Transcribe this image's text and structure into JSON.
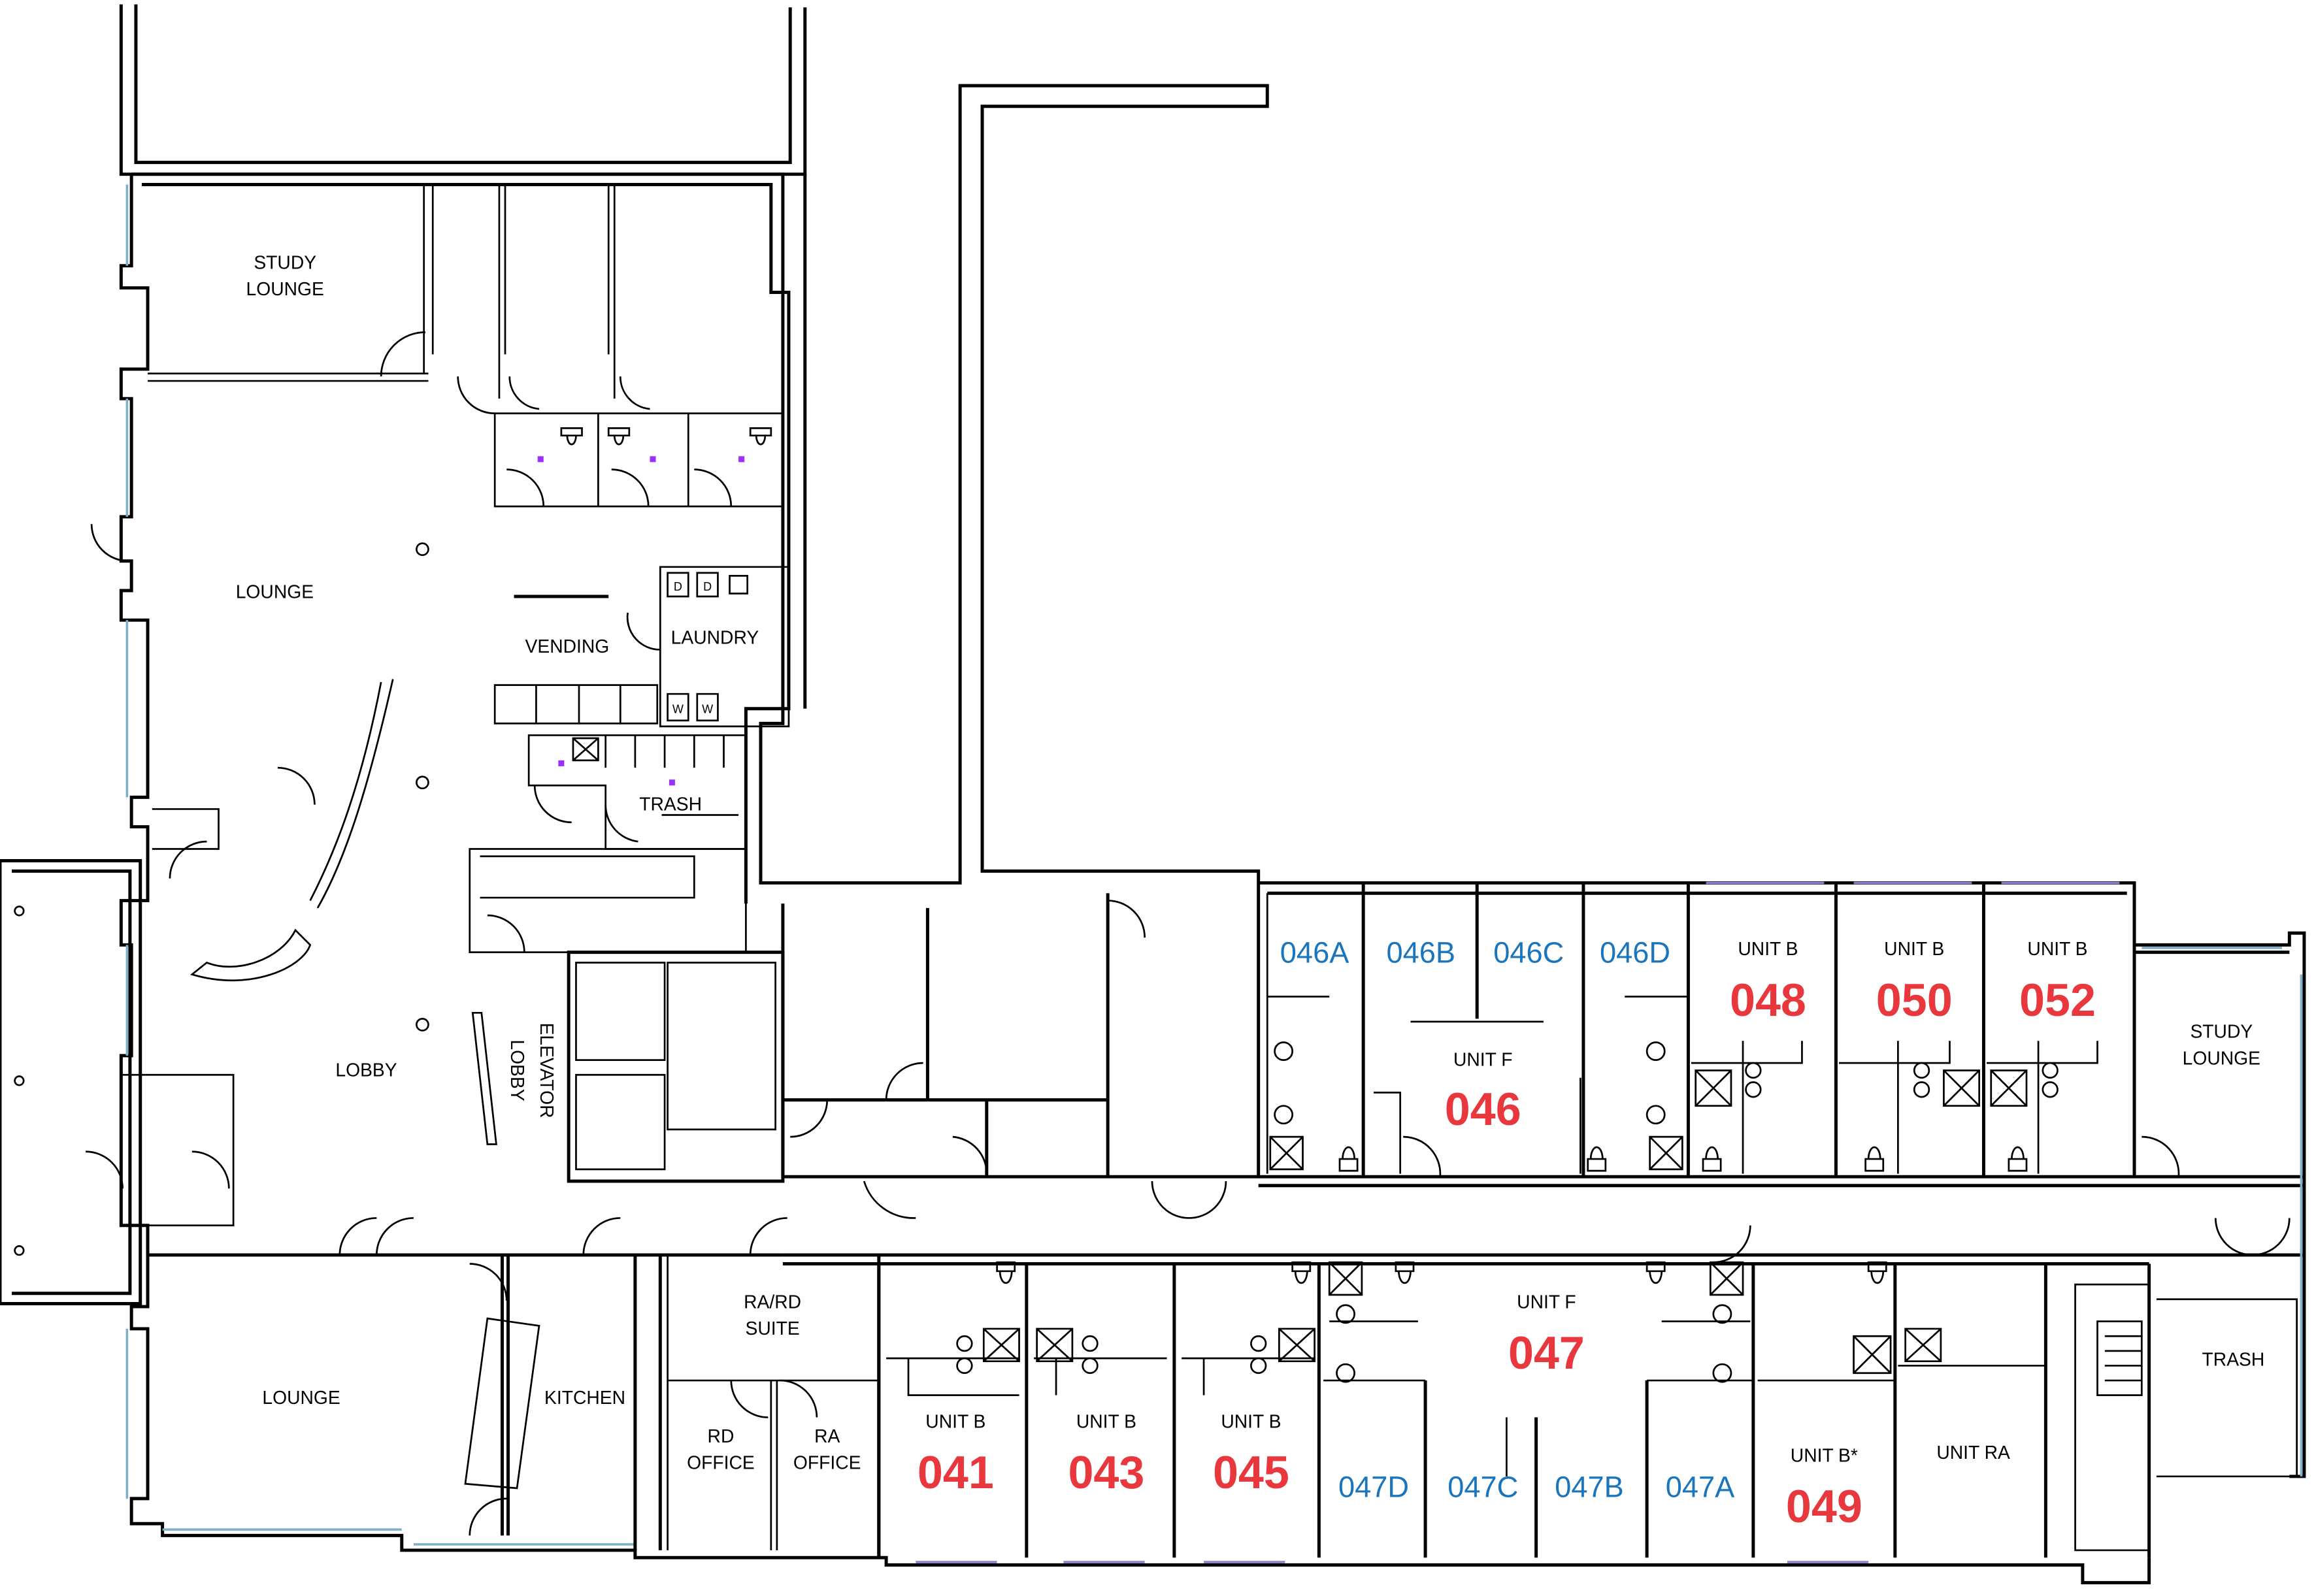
{
  "colors": {
    "unit_number": "#e8383d",
    "bedroom_number": "#1a75bc",
    "wall": "#000000",
    "window": "#7fb0c8"
  },
  "rooms": {
    "study_lounge_nw": [
      "STUDY",
      "LOUNGE"
    ],
    "lounge_north": "LOUNGE",
    "vending": "VENDING",
    "laundry": "LAUNDRY",
    "trash_center": "TRASH",
    "elevator_lobby": [
      "ELEVATOR",
      "LOBBY"
    ],
    "lobby": "LOBBY",
    "lounge_south": "LOUNGE",
    "kitchen": "KITCHEN",
    "ra_rd_suite": [
      "RA/RD",
      "SUITE"
    ],
    "rd_office": [
      "RD",
      "OFFICE"
    ],
    "ra_office": [
      "RA",
      "OFFICE"
    ],
    "study_lounge_east": [
      "STUDY",
      "LOUNGE"
    ],
    "trash_east": "TRASH",
    "washer_label": "W",
    "dryer_label": "D"
  },
  "units": {
    "u046": {
      "type": "UNIT F",
      "number": "046",
      "bedrooms": [
        "046A",
        "046B",
        "046C",
        "046D"
      ]
    },
    "u048": {
      "type": "UNIT B",
      "number": "048"
    },
    "u050": {
      "type": "UNIT B",
      "number": "050"
    },
    "u052": {
      "type": "UNIT B",
      "number": "052"
    },
    "u041": {
      "type": "UNIT B",
      "number": "041"
    },
    "u043": {
      "type": "UNIT B",
      "number": "043"
    },
    "u045": {
      "type": "UNIT B",
      "number": "045"
    },
    "u047": {
      "type": "UNIT F",
      "number": "047",
      "bedrooms": [
        "047D",
        "047C",
        "047B",
        "047A"
      ]
    },
    "u049": {
      "type": "UNIT B*",
      "number": "049"
    },
    "ura": {
      "type": "UNIT RA"
    }
  }
}
